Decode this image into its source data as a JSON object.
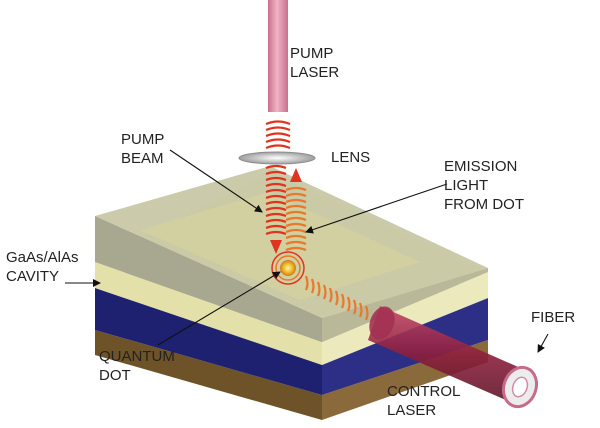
{
  "labels": {
    "pump_laser": [
      "PUMP",
      "LASER"
    ],
    "pump_beam": [
      "PUMP",
      "BEAM"
    ],
    "lens": "LENS",
    "emission": [
      "EMISSION",
      "LIGHT",
      "FROM DOT"
    ],
    "cavity": [
      "GaAs/AlAs",
      "CAVITY"
    ],
    "fiber": "FIBER",
    "quantum_dot": [
      "QUANTUM",
      "DOT"
    ],
    "control_laser": [
      "CONTROL",
      "LASER"
    ]
  },
  "colors": {
    "pump_tube": "#d98aa3",
    "wave_red": "#e0341f",
    "wave_orange": "#e8782a",
    "top_layer": "#b9b99a",
    "yellow_layer": "#ece9bc",
    "blue_layer": "#2d2f86",
    "brown_layer": "#8a6a3a",
    "fiber": "#8c1f3c"
  }
}
